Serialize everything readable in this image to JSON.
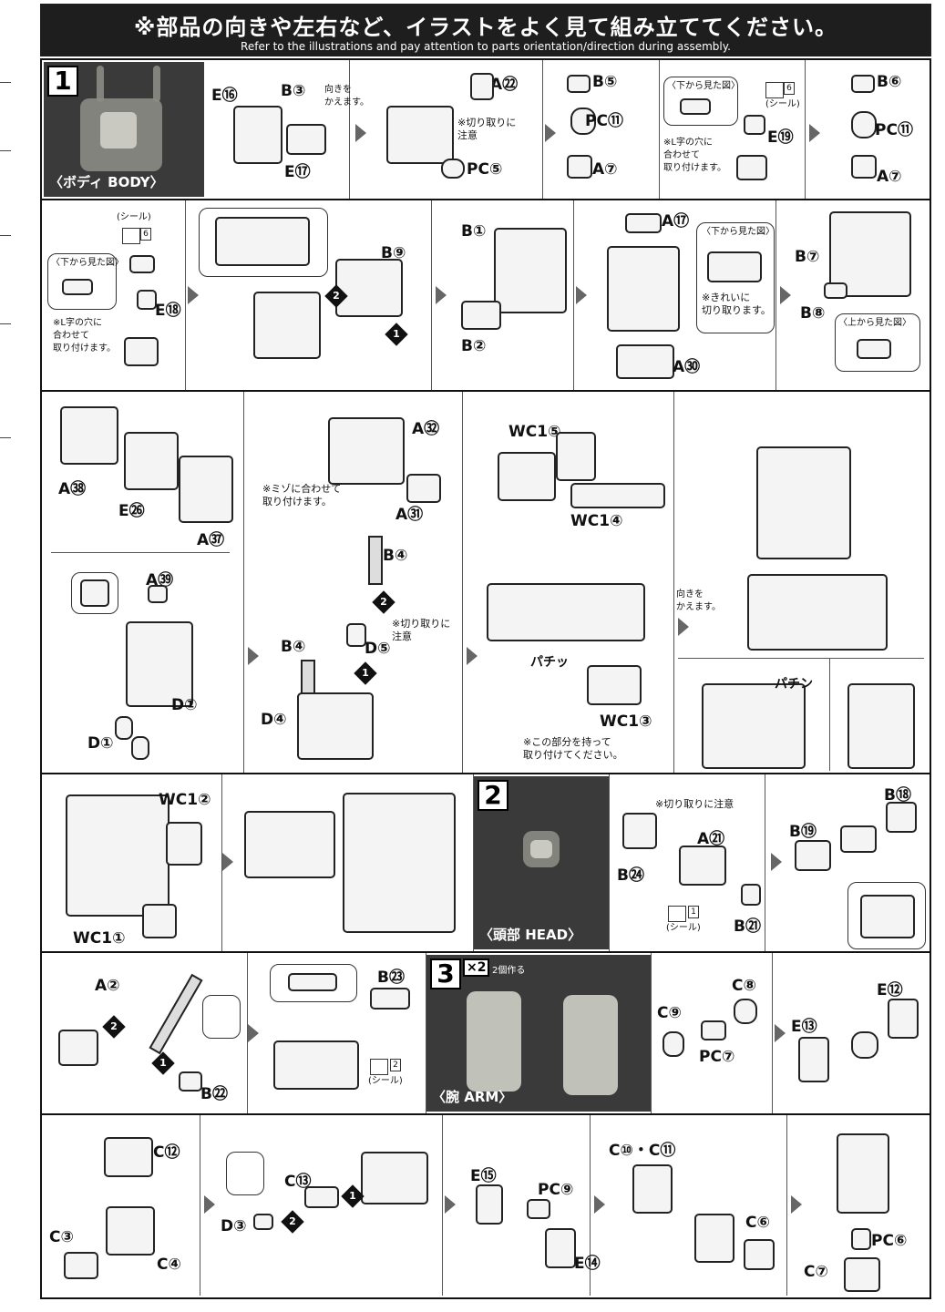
{
  "header": {
    "title_jp": "※部品の向きや左右など、イラストをよく見て組み立ててください。",
    "title_en": "Refer to the illustrations and pay attention to parts orientation/direction during assembly."
  },
  "step1": {
    "number": "1",
    "photo_label": "〈ボディ BODY〉",
    "labels": {
      "e16": "E",
      "e16n": "⑯",
      "b3": "B",
      "b3n": "③",
      "e17": "E",
      "e17n": "⑰",
      "a22": "A",
      "a22n": "㉒",
      "pc5": "PC",
      "pc5n": "⑤",
      "b5": "B",
      "b5n": "⑤",
      "pc11a": "PC",
      "pc11an": "⑪",
      "a7a": "A",
      "a7an": "⑦",
      "e19": "E",
      "e19n": "⑲",
      "b6": "B",
      "b6n": "⑥",
      "pc11b": "PC",
      "pc11bn": "⑪",
      "a7b": "A",
      "a7bn": "⑦",
      "e18": "E",
      "e18n": "⑱",
      "b9": "B",
      "b9n": "⑨",
      "b1": "B",
      "b1n": "①",
      "b2": "B",
      "b2n": "②",
      "a17": "A",
      "a17n": "⑰",
      "a30": "A",
      "a30n": "㉚",
      "b7": "B",
      "b7n": "⑦",
      "b8": "B",
      "b8n": "⑧",
      "a38": "A",
      "a38n": "㊳",
      "e26": "E",
      "e26n": "㉖",
      "a37": "A",
      "a37n": "㊲",
      "a32": "A",
      "a32n": "㉜",
      "a31": "A",
      "a31n": "㉛",
      "wc15": "WC1",
      "wc15n": "⑤",
      "wc14": "WC1",
      "wc14n": "④",
      "a39": "A",
      "a39n": "㊴",
      "d1a": "D",
      "d1an": "①",
      "d1b": "D",
      "d1bn": "①",
      "b4a": "B",
      "b4an": "④",
      "b4b": "B",
      "b4bn": "④",
      "d5": "D",
      "d5n": "⑤",
      "d4": "D",
      "d4n": "④",
      "wc13": "WC1",
      "wc13n": "③",
      "wc12": "WC1",
      "wc12n": "②",
      "wc11": "WC1",
      "wc11n": "①"
    },
    "notes": {
      "turn1": "向きを\nかえます。",
      "cut_care1": "※切り取りに\n注意",
      "seal6a": "(シール)",
      "seal6a_num": "6",
      "from_below1": "〈下から見た図〉",
      "lhole1": "※L字の穴に\n合わせて\n取り付けます。",
      "seal6b": "(シール)",
      "seal6b_num": "6",
      "from_below2": "〈下から見た図〉",
      "lhole2": "※L字の穴に\n合わせて\n取り付けます。",
      "from_below3": "〈下から見た図〉",
      "clean_cut": "※きれいに\n切り取ります。",
      "from_above": "〈上から見た図〉",
      "groove": "※ミゾに合わせて\n取り付けます。",
      "cut_care2": "※切り取りに\n注意",
      "turn2": "向きを\nかえます。",
      "hold": "※この部分を持って\n取り付けてください。",
      "snap1": "パチッ",
      "snap2": "パチン"
    }
  },
  "step2": {
    "number": "2",
    "photo_label": "〈頭部 HEAD〉",
    "labels": {
      "a21": "A",
      "a21n": "㉑",
      "b24": "B",
      "b24n": "㉔",
      "b21": "B",
      "b21n": "㉑",
      "b18": "B",
      "b18n": "⑱",
      "b19": "B",
      "b19n": "⑲",
      "a2": "A",
      "a2n": "②",
      "b22": "B",
      "b22n": "㉒",
      "b23": "B",
      "b23n": "㉓"
    },
    "notes": {
      "cut_care": "※切り取りに注意",
      "seal1": "(シール)",
      "seal1_num": "1",
      "seal2": "(シール)",
      "seal2_num": "2"
    }
  },
  "step3": {
    "number": "3",
    "multiplier": "×2",
    "multiplier_note": "2個作る",
    "photo_label": "〈腕 ARM〉",
    "labels": {
      "c8": "C",
      "c8n": "⑧",
      "c9": "C",
      "c9n": "⑨",
      "pc7": "PC",
      "pc7n": "⑦",
      "e12": "E",
      "e12n": "⑫",
      "e13": "E",
      "e13n": "⑬",
      "c12": "C",
      "c12n": "⑫",
      "c3": "C",
      "c3n": "③",
      "c4": "C",
      "c4n": "④",
      "c13": "C",
      "c13n": "⑬",
      "d3": "D",
      "d3n": "③",
      "e15": "E",
      "e15n": "⑮",
      "pc9": "PC",
      "pc9n": "⑨",
      "e14": "E",
      "e14n": "⑭",
      "c10c11": "C⑩・C⑪",
      "c6": "C",
      "c6n": "⑥",
      "pc6": "PC",
      "pc6n": "⑥",
      "c7": "C",
      "c7n": "⑦"
    }
  },
  "order_marks": {
    "one": "1",
    "two": "2"
  },
  "colors": {
    "banner_bg": "#1e1e1e",
    "photo_bg": "#3a3a3a",
    "line": "#111111"
  }
}
